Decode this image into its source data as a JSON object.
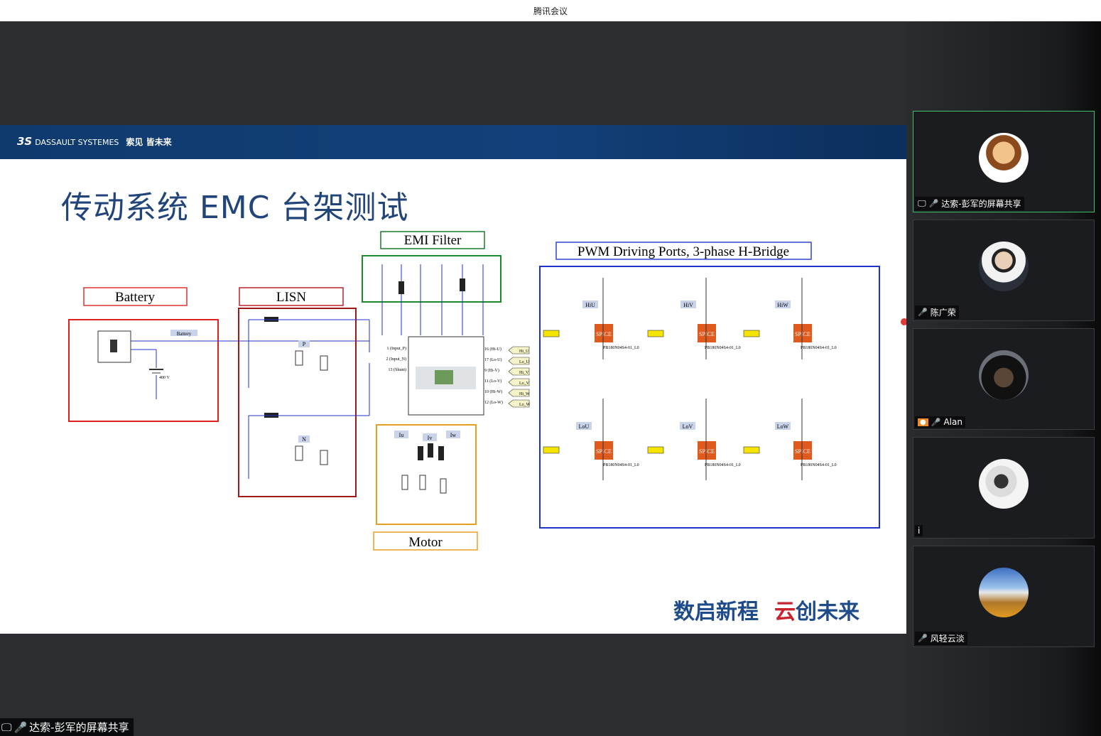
{
  "app": {
    "window_title": "腾讯会议"
  },
  "slide": {
    "title": "传动系统 EMC 台架测试",
    "logo_text": "DASSAULT SYSTEMES",
    "logo_brand": "索见 皆未来",
    "slogan_left": "数启新程",
    "slogan_right": "创未来",
    "colors": {
      "banner": "#12407a",
      "title": "#21447a"
    }
  },
  "diagram": {
    "battery_label": "Battery",
    "lisn_label": "LISN",
    "emi_label": "EMI Filter",
    "pwm_label": "PWM Driving Ports, 3-phase H-Bridge",
    "motor_label": "Motor",
    "battery_tag": "Battery",
    "voltage": "400 V",
    "lisn_p": "P",
    "lisn_n": "N",
    "motor_currents": [
      "Iu",
      "Iv",
      "Iw"
    ],
    "phase_labels": [
      "HiU",
      "HiV",
      "HiW",
      "LoU",
      "LoV",
      "LoW"
    ],
    "spice": "SPICE",
    "part_number": "PB180N04S4-01_L0",
    "ports": [
      "1 (Input_P)",
      "2 (Input_N)",
      "13 (Shunt)"
    ],
    "out_ports": [
      "16 (Hi-U)",
      "17 (Lo-U)",
      "9 (Hi-V)",
      "11 (Lo-V)",
      "10 (Hi-W)",
      "12 (Lo-W)"
    ],
    "port_tags": [
      "Hi_U",
      "Lo_U",
      "Hi_V",
      "Lo_V",
      "Hi_W",
      "Lo_W"
    ]
  },
  "participants": [
    {
      "name": "达索-彭军的屏幕共享",
      "sharing": true,
      "muted": false,
      "active": true,
      "avatar": "monkey-rider-avatar"
    },
    {
      "name": "陈广荣",
      "sharing": false,
      "muted": true,
      "active": false,
      "avatar": "man-suit-avatar"
    },
    {
      "name": "Alan",
      "sharing": false,
      "muted": false,
      "active": false,
      "avatar": "person-back-avatar"
    },
    {
      "name": "i",
      "sharing": false,
      "muted": false,
      "active": false,
      "avatar": "ink-painting-avatar"
    },
    {
      "name": "风轻云淡",
      "sharing": false,
      "muted": true,
      "active": false,
      "avatar": "mountain-avatar"
    }
  ],
  "share_badge": {
    "label": "达索-彭军的屏幕共享"
  }
}
